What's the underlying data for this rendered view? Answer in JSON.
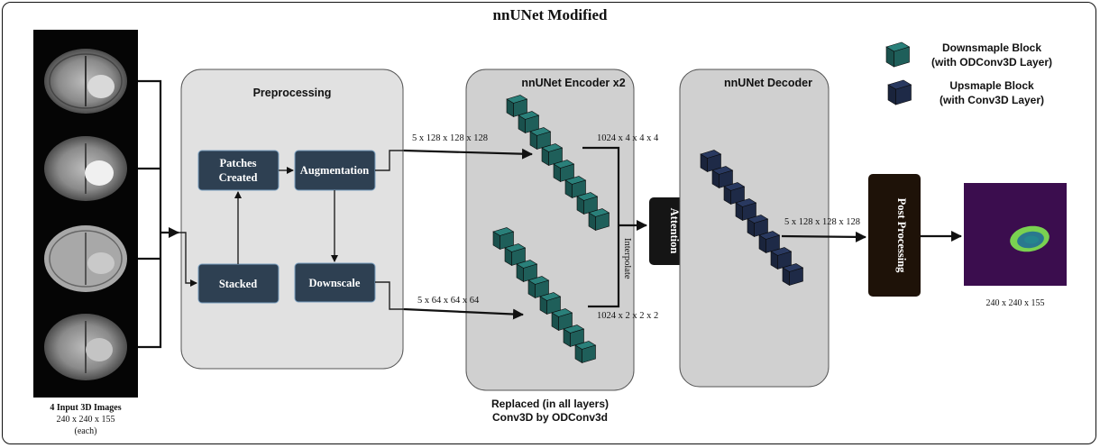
{
  "title": "nnUNet Modified",
  "input": {
    "caption_bold": "4 Input 3D Images",
    "caption_size": "240 x 240 x 155",
    "caption_each": "(each)",
    "image_count": 4
  },
  "preprocessing": {
    "title": "Preprocessing",
    "patches_line1": "Patches",
    "patches_line2": "Created",
    "augmentation": "Augmentation",
    "stacked": "Stacked",
    "downscale": "Downscale"
  },
  "encoder": {
    "title": "nnUNet Encoder x2",
    "input_top": "5 x 128 x 128 x 128",
    "input_bottom": "5 x 64 x 64 x 64",
    "output_top": "1024 x 4 x 4 x 4",
    "output_bottom": "1024 x 2 x 2 x 2",
    "interpolate": "Interpolate",
    "note_line1": "Replaced (in all layers)",
    "note_line2": "Conv3D by ODConv3d",
    "blocks_per_stack": 8
  },
  "attention": {
    "label": "Attention"
  },
  "decoder": {
    "title": "nnUNet Decoder",
    "output": "5 x 128 x 128 x  128",
    "blocks": 8
  },
  "post_processing": {
    "label": "Post Processing"
  },
  "output": {
    "caption": "240 x 240 x 155"
  },
  "legend": {
    "downsample_line1": "Downsmaple Block",
    "downsample_line2": "(with ODConv3D Layer)",
    "upsample_line1": "Upsmaple Block",
    "upsample_line2": "(with Conv3D Layer)"
  },
  "colors": {
    "downsample_block": "#1f5f5a",
    "upsample_block": "#1e2a47",
    "process_box": "#2e4052",
    "panel": "#e1e1e1",
    "attention_box": "#151515",
    "post_box": "#1e1208",
    "segmentation_bg": "#3b0d4e",
    "segmentation_ring": "#7ad151"
  }
}
